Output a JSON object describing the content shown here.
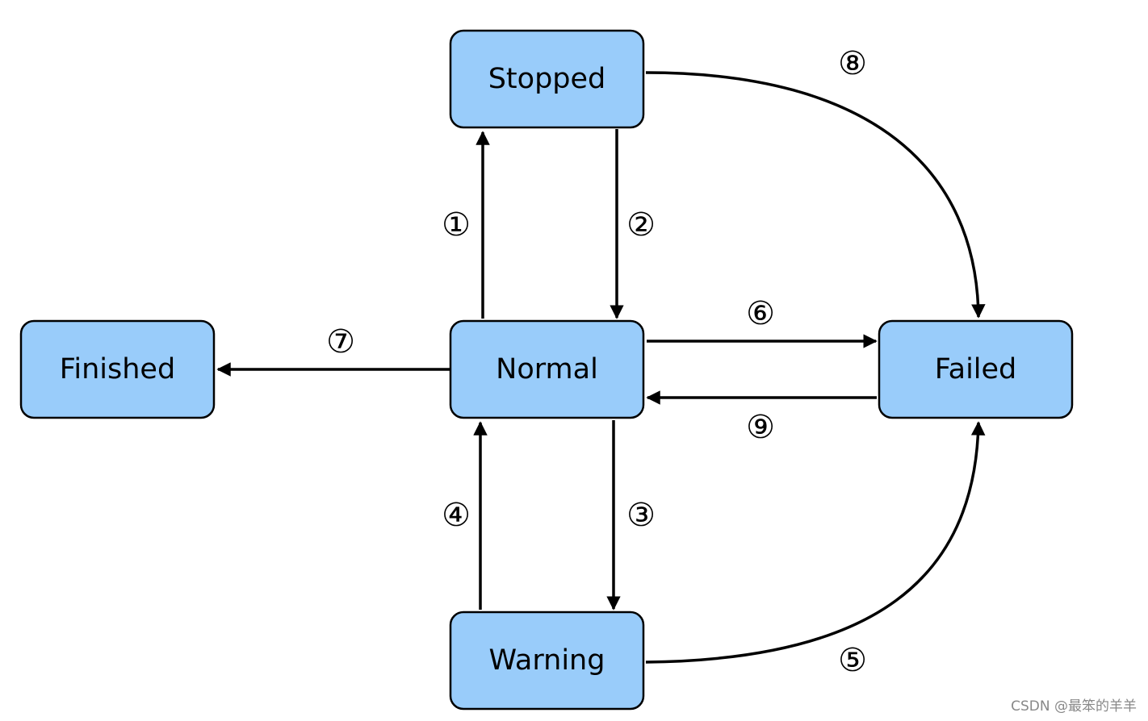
{
  "nodes": {
    "stopped": "Stopped",
    "normal": "Normal",
    "failed": "Failed",
    "finished": "Finished",
    "warning": "Warning"
  },
  "edges": {
    "e1": "①",
    "e2": "②",
    "e3": "③",
    "e4": "④",
    "e5": "⑤",
    "e6": "⑥",
    "e7": "⑦",
    "e8": "⑧",
    "e9": "⑨"
  },
  "watermark": "CSDN @最笨的羊羊",
  "colors": {
    "node_fill": "#99ccfa",
    "stroke": "#000000"
  }
}
